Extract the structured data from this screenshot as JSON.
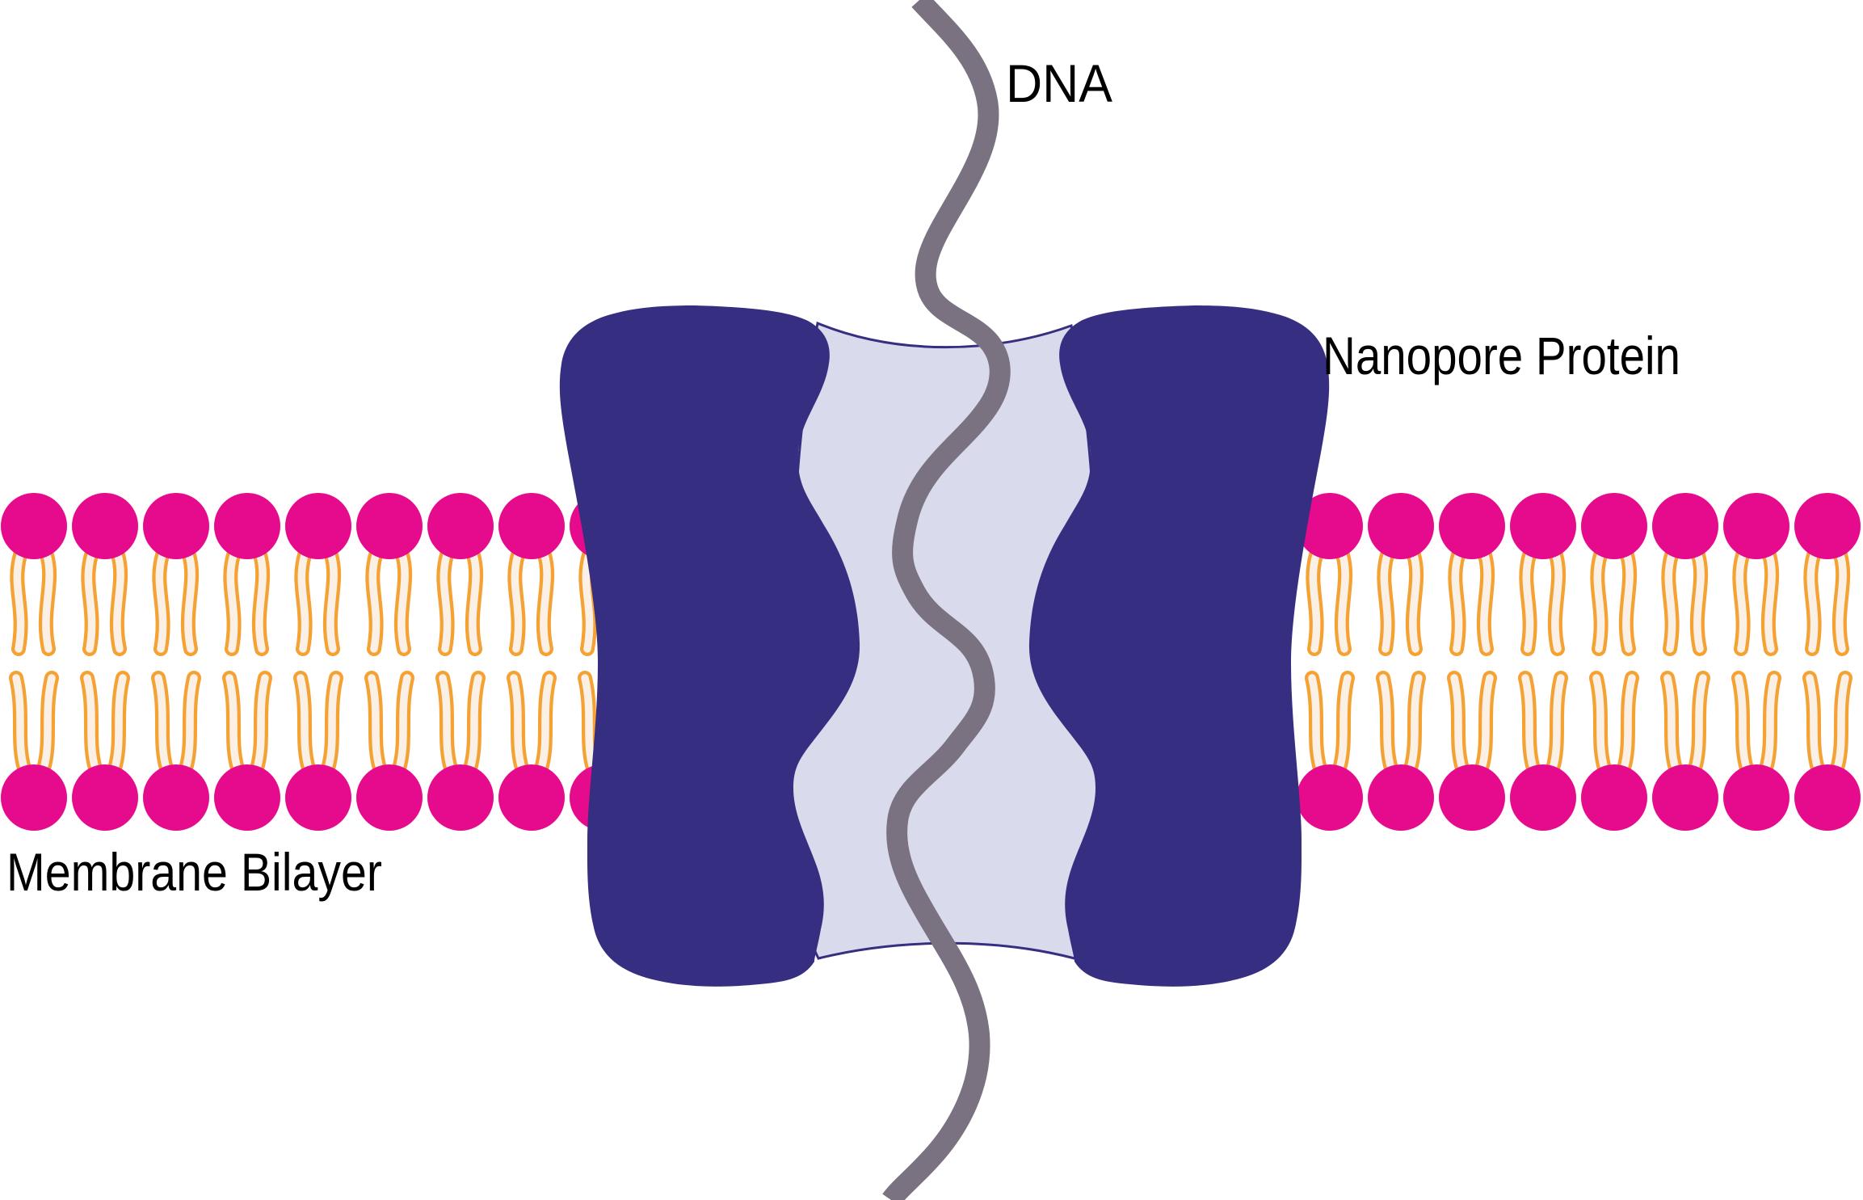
{
  "colors": {
    "background": "#FFFFFF",
    "lipid_head": "#E60A8C",
    "lipid_tail_outline": "#F5A235",
    "lipid_tail_fill": "#FBF0E6",
    "protein": "#362F81",
    "pore": "#D9DBED",
    "dna": "#7A7280",
    "label_text": "#000000"
  },
  "diagram": {
    "labels": {
      "dna": "DNA",
      "nanopore_protein": "Nanopore Protein",
      "membrane_bilayer": "Membrane Bilayer"
    }
  }
}
